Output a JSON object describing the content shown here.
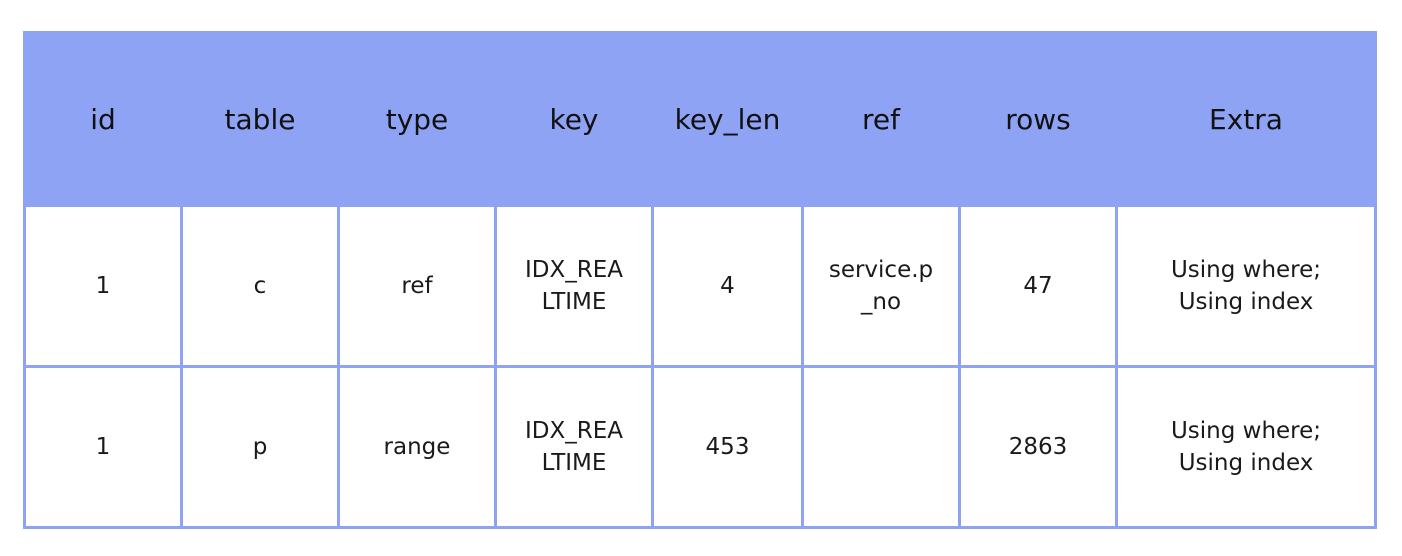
{
  "columns": [
    "id",
    "table",
    "type",
    "key",
    "key_len",
    "ref",
    "rows",
    "Extra"
  ],
  "rows": [
    [
      "1",
      "c",
      "ref",
      "IDX_REA\nLTIME",
      "4",
      "service.p\n_no",
      "47",
      "Using where;\n Using index"
    ],
    [
      "1",
      "p",
      "range",
      "IDX_REA\nLTIME",
      "453",
      "",
      "2863",
      "Using where;\n Using index"
    ]
  ],
  "colors": {
    "header_background": "#8fa3f5",
    "border": "#8fa3f5",
    "cell_background": "#ffffff"
  }
}
